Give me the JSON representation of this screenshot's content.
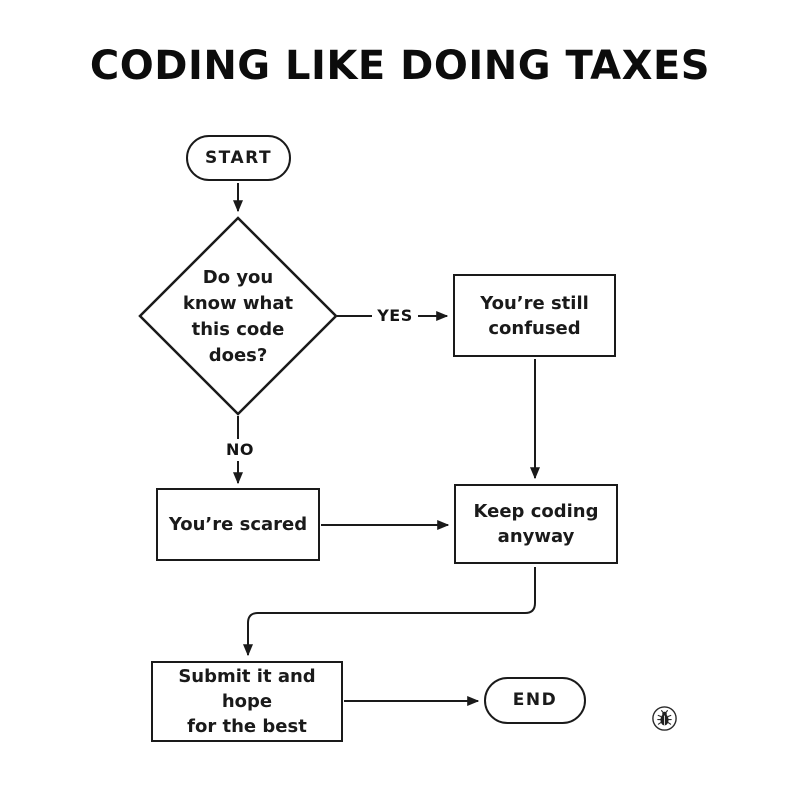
{
  "title": "CODING LIKE DOING TAXES",
  "colors": {
    "background": "#ffffff",
    "ink": "#1a1a1a",
    "title_ink": "#0c0c0c"
  },
  "nodes": {
    "start": "START",
    "decision_lines": [
      "Do you",
      "know what",
      "this code",
      "does?"
    ],
    "still_confused_lines": [
      "You’re still",
      "confused"
    ],
    "scared": "You’re scared",
    "keep_coding_lines": [
      "Keep coding",
      "anyway"
    ],
    "submit_lines": [
      "Submit it and hope",
      "for the best"
    ],
    "end": "END"
  },
  "edge_labels": {
    "yes": "YES",
    "no": "NO"
  },
  "watermark": {
    "icon": "bug-icon"
  }
}
